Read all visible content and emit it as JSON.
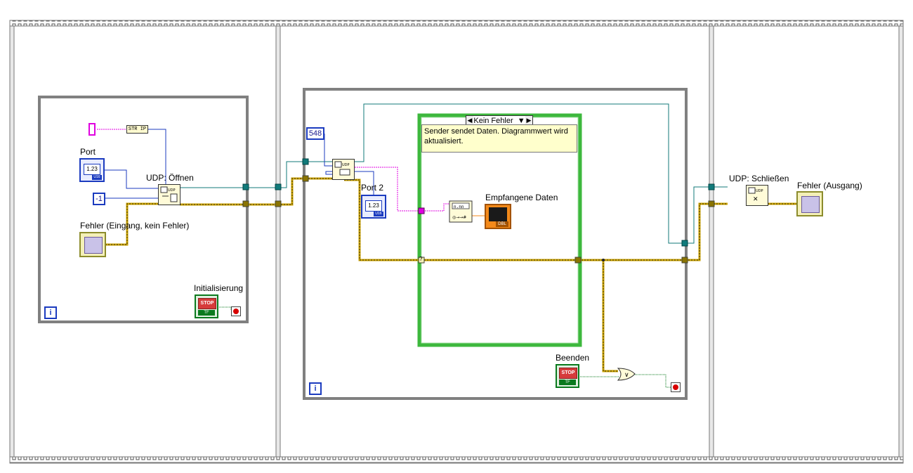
{
  "frames": {
    "init": {
      "port_label": "Port",
      "port_value": "1.23",
      "port_unit": "U16",
      "timeout_const": "-1",
      "str_ip_label": "STR IP",
      "udp_open_label": "UDP: Öffnen",
      "error_in_label": "Fehler (Eingang, kein Fehler)",
      "stop_label": "Initialisierung",
      "stop_button_text": "STOP",
      "stop_tf_text": "TF",
      "info": "i"
    },
    "main": {
      "const_548": "548",
      "port2_label": "Port 2",
      "port2_value": "1.23",
      "port2_unit": "U16",
      "case_selector": "Kein Fehler",
      "comment": "Sender sendet Daten. Diagrammwert wird aktualisiert.",
      "received_label": "Empfangene Daten",
      "graph_type": "DBL",
      "beenden_label": "Beenden",
      "stop_button_text": "STOP",
      "stop_tf_text": "TF",
      "info": "i",
      "case_tunnel": "?"
    },
    "close": {
      "udp_close_label": "UDP: Schließen",
      "error_out_label": "Fehler (Ausgang)"
    }
  },
  "colors": {
    "wire_refnum": "#117a7a",
    "wire_error": "#c8a000",
    "wire_string": "#e000e0",
    "wire_numeric": "#1b3bbf",
    "wire_boolean": "#0a7a1e",
    "frame": "#888888",
    "loop": "#808080",
    "case": "#3db83d"
  }
}
